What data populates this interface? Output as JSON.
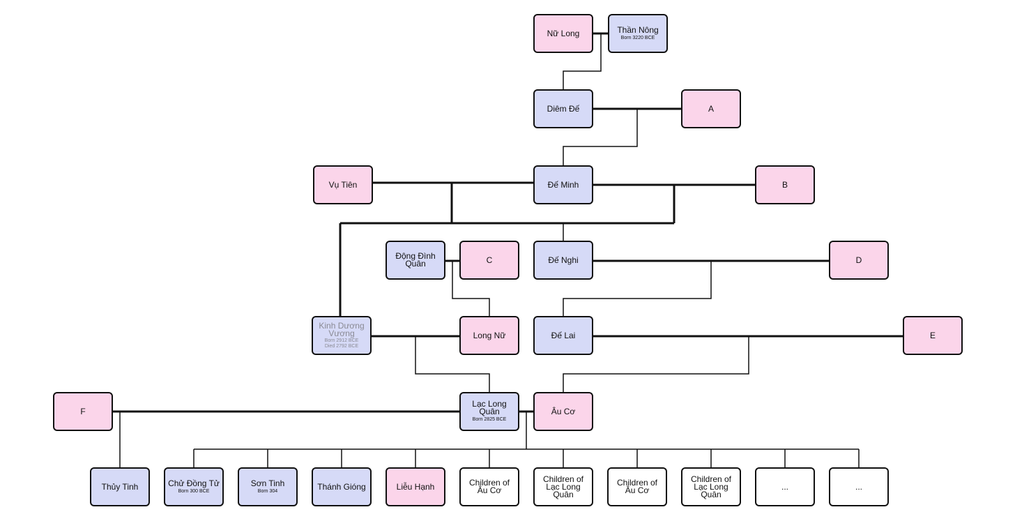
{
  "colors": {
    "male": "#d6daf7",
    "female": "#fbd5ea",
    "other": "#ffffff",
    "border": "#111111"
  },
  "people": {
    "nu_long": {
      "name": "Nữ Long"
    },
    "than_nong": {
      "name": "Thần Nông",
      "born": "Born 3220 BCE"
    },
    "diem_de": {
      "name": "Diêm Đế"
    },
    "a": {
      "name": "A"
    },
    "vu_tien": {
      "name": "Vụ Tiên"
    },
    "de_minh": {
      "name": "Đế Minh"
    },
    "b": {
      "name": "B"
    },
    "dong_dinh_quan": {
      "name": "Động Đình Quân"
    },
    "c": {
      "name": "C"
    },
    "de_nghi": {
      "name": "Đế Nghi"
    },
    "d": {
      "name": "D"
    },
    "kinh_duong_vuong": {
      "name": "Kinh Dương Vương",
      "born": "Born 2912 BCE",
      "died": "Died 2792 BCE"
    },
    "long_nu": {
      "name": "Long Nữ"
    },
    "de_lai": {
      "name": "Đế Lai"
    },
    "e": {
      "name": "E"
    },
    "f": {
      "name": "F"
    },
    "lac_long_quan": {
      "name": "Lạc Long Quân",
      "born": "Born 2825 BCE"
    },
    "au_co": {
      "name": "Âu Cơ"
    },
    "thuy_tinh": {
      "name": "Thủy Tinh"
    },
    "chu_dong_tu": {
      "name": "Chử Đồng Tử",
      "born": "Born 300 BCE"
    },
    "son_tinh": {
      "name": "Sơn Tinh",
      "born": "Born 304"
    },
    "thanh_giong": {
      "name": "Thánh Gióng"
    },
    "lieu_hanh": {
      "name": "Liễu Hạnh"
    },
    "children_au_co_1": {
      "name": "Children of Âu Cơ"
    },
    "children_llq_1": {
      "name": "Children of Lạc Long Quân"
    },
    "children_au_co_2": {
      "name": "Children of Âu Cơ"
    },
    "children_llq_2": {
      "name": "Children of Lạc Long Quân"
    },
    "more_1": {
      "name": "..."
    },
    "more_2": {
      "name": "..."
    }
  }
}
